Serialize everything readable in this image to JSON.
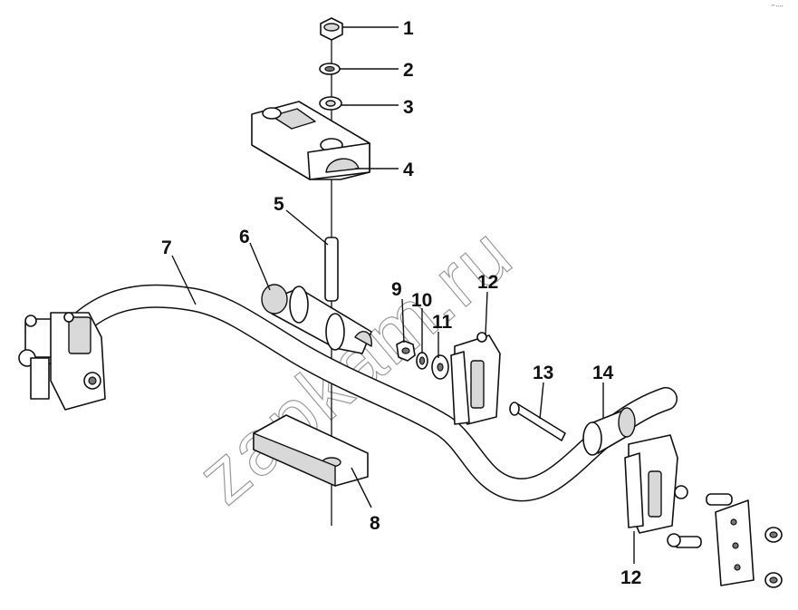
{
  "watermark": "zapkam.ru",
  "corner_mark": "ᵔ᠁",
  "callouts": [
    {
      "id": "c1",
      "label": "1"
    },
    {
      "id": "c2",
      "label": "2"
    },
    {
      "id": "c3",
      "label": "3"
    },
    {
      "id": "c4",
      "label": "4"
    },
    {
      "id": "c5",
      "label": "5"
    },
    {
      "id": "c6",
      "label": "6"
    },
    {
      "id": "c7",
      "label": "7"
    },
    {
      "id": "c8",
      "label": "8"
    },
    {
      "id": "c9",
      "label": "9"
    },
    {
      "id": "c10",
      "label": "10"
    },
    {
      "id": "c11",
      "label": "11"
    },
    {
      "id": "c12a",
      "label": "12"
    },
    {
      "id": "c12b",
      "label": "12"
    },
    {
      "id": "c13",
      "label": "13"
    },
    {
      "id": "c14",
      "label": "14"
    }
  ]
}
